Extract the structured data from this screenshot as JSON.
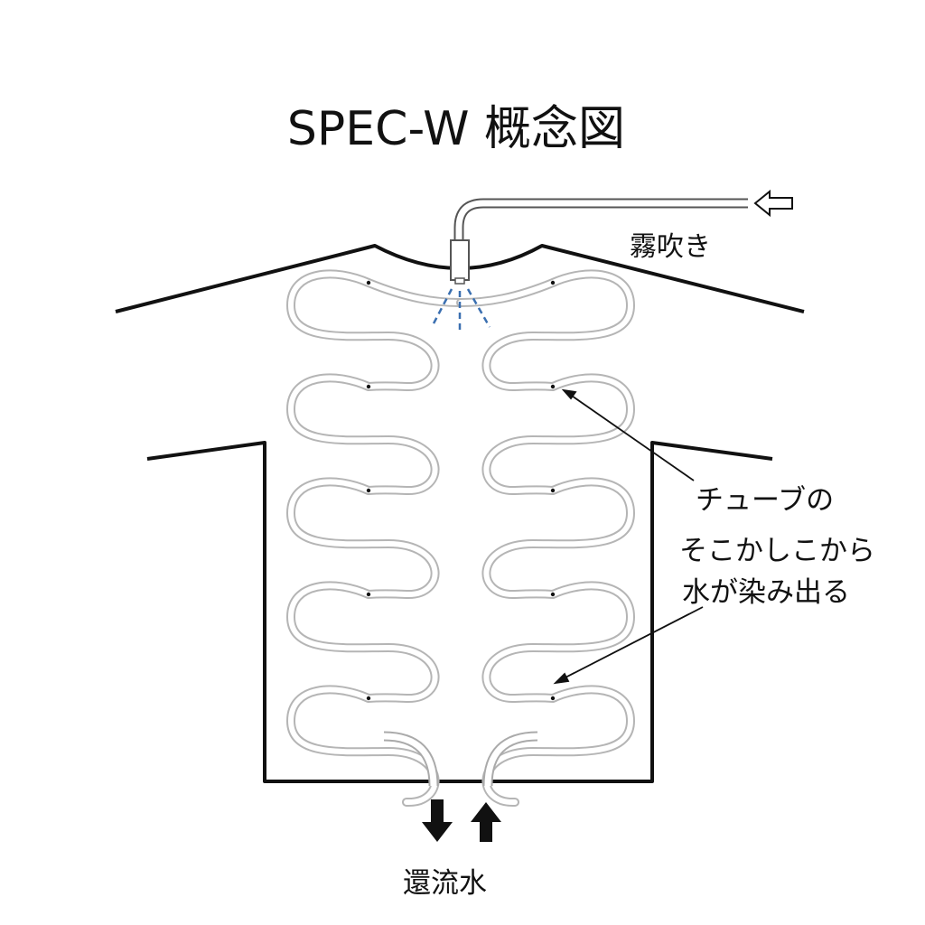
{
  "title": "SPEC-W 概念図",
  "labels": {
    "mist_spray": "霧吹き",
    "annotation_line1": "チューブの",
    "annotation_line2": "そこかしこから",
    "annotation_line3": "水が染み出る",
    "return_water": "還流水"
  },
  "colors": {
    "outline": "#111111",
    "tube": "#b5b5b5",
    "spray": "#3a6fb0"
  },
  "icons": [
    "inflow-arrow-icon",
    "down-arrow-icon",
    "up-arrow-icon"
  ]
}
